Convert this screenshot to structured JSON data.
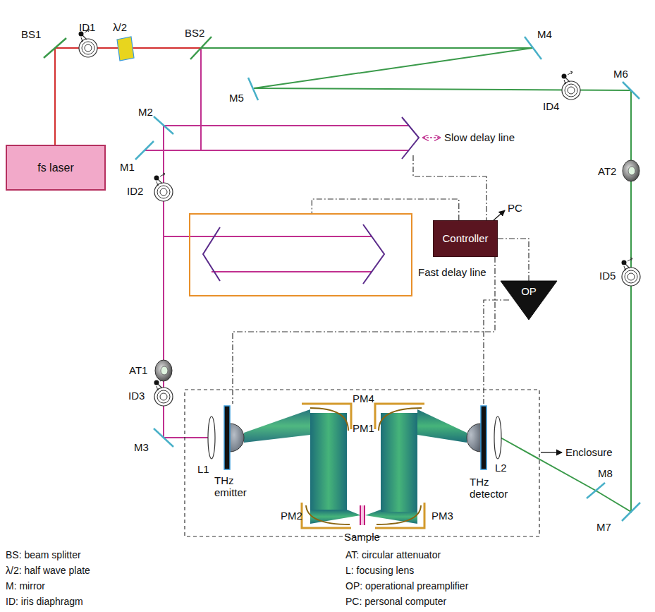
{
  "diagram": {
    "nodes": [
      {
        "text": [
          "fs laser"
        ]
      },
      {
        "text": [
          "Fast delay line"
        ]
      },
      {
        "text": [
          "Controller"
        ]
      },
      {
        "text": [
          "OP"
        ]
      }
    ],
    "edges": [
      {
        "from": 2,
        "to": 1,
        "arrow": "none"
      },
      {
        "from": 2,
        "to": 3,
        "arrow": "none"
      }
    ],
    "labels": [
      "BS1",
      "ID1",
      "λ/2",
      "BS2",
      "M4",
      "M5",
      "ID4",
      "M6",
      "M2",
      "M1",
      "Slow delay line",
      "PC",
      "ID2",
      "AT2",
      "ID5",
      "AT1",
      "ID3",
      "M3",
      "L1",
      "THz emitter",
      "PM1",
      "PM4",
      "THz detector",
      "L2",
      "M8",
      "M7",
      "PM2",
      "Sample",
      "PM3",
      "Enclosure",
      "BS: beam splitter",
      "λ/2: half wave plate",
      "M: mirror",
      "ID: iris diaphragm",
      "AT: circular attenuator",
      "L: focusing lens",
      "OP: operational preamplifier",
      "PC: personal computer"
    ]
  }
}
